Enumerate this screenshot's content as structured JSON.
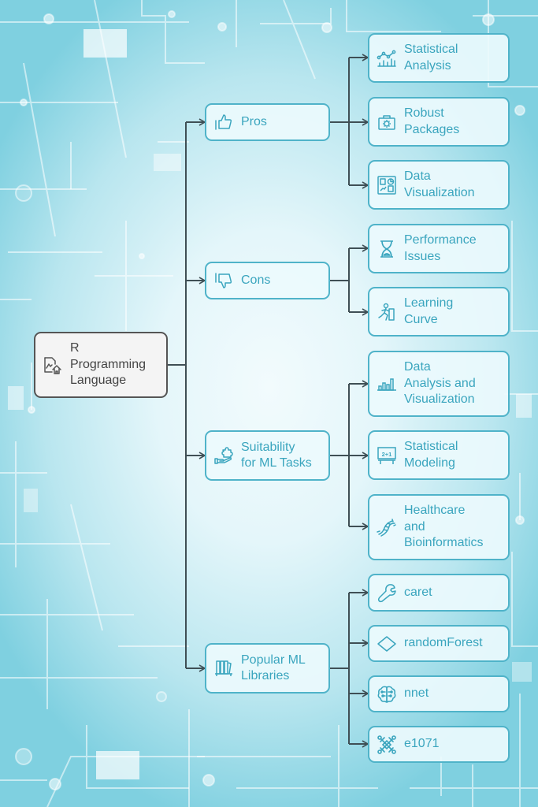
{
  "diagram": {
    "root": {
      "label": "R\nProgramming\nLanguage",
      "icon": "chart-home-icon"
    },
    "branches": [
      {
        "label": "Pros",
        "icon": "thumbs-up-icon",
        "children": [
          {
            "label": "Statistical\nAnalysis",
            "icon": "chart-analysis-icon"
          },
          {
            "label": "Robust\nPackages",
            "icon": "package-gear-icon"
          },
          {
            "label": "Data\nVisualization",
            "icon": "dashboard-icon"
          }
        ]
      },
      {
        "label": "Cons",
        "icon": "thumbs-down-icon",
        "children": [
          {
            "label": "Performance\nIssues",
            "icon": "hourglass-icon"
          },
          {
            "label": "Learning\nCurve",
            "icon": "climber-icon"
          }
        ]
      },
      {
        "label": "Suitability\nfor ML Tasks",
        "icon": "hand-puzzle-icon",
        "children": [
          {
            "label": "Data\nAnalysis and\nVisualization",
            "icon": "bar-chart-icon"
          },
          {
            "label": "Statistical\nModeling",
            "icon": "blackboard-icon"
          },
          {
            "label": "Healthcare\nand\nBioinformatics",
            "icon": "dna-icon"
          }
        ]
      },
      {
        "label": "Popular ML\nLibraries",
        "icon": "books-icon",
        "children": [
          {
            "label": "caret",
            "icon": "wrench-icon"
          },
          {
            "label": "randomForest",
            "icon": "diamond-icon"
          },
          {
            "label": "nnet",
            "icon": "brain-icon"
          },
          {
            "label": "e1071",
            "icon": "joomla-icon"
          }
        ]
      }
    ]
  },
  "colors": {
    "node_border": "#4fb3c9",
    "node_text": "#3aa5be",
    "root_border": "#555555",
    "connector": "#3f4f55"
  }
}
